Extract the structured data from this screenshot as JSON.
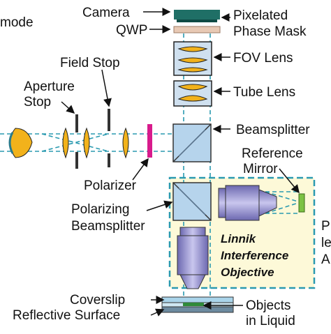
{
  "labels": {
    "camera": "Camera",
    "pixelated_1": "Pixelated",
    "pixelated_2": "Phase Mask",
    "qwp": "QWP",
    "fov_lens": "FOV Lens",
    "tube_lens": "Tube Lens",
    "beamsplitter": "Beamsplitter",
    "reference_1": "Reference",
    "reference_2": "Mirror",
    "field_stop": "Field Stop",
    "aperture_1": "Aperture",
    "aperture_2": "Stop",
    "polarizer": "Polarizer",
    "polarizing_1": "Polarizing",
    "polarizing_2": "Beamsplitter",
    "linnik_1": "Linnik",
    "linnik_2": "Interference",
    "linnik_3": "Objective",
    "coverslip": "Coverslip",
    "reflective": "Reflective Surface",
    "objects_1": "Objects",
    "objects_2": "in Liquid",
    "mode_fragment": "mode",
    "right_frag_1": "P",
    "right_frag_2": "le",
    "right_frag_3": "A"
  },
  "colors": {
    "camera": "#1f6f66",
    "qwp": "#e8c9b4",
    "lens_fill": "#f2b21b",
    "lens_box": "#cfe0ef",
    "cube": "#b6d4ec",
    "polarizer": "#d81b8c",
    "objective": "#8a86c8",
    "mirror": "#7cc243",
    "linnik_box": "#fdf9d8",
    "linnik_border": "#2a9ab0",
    "dash": "#2a9ab0",
    "coverslip": "#a9d4ea"
  }
}
